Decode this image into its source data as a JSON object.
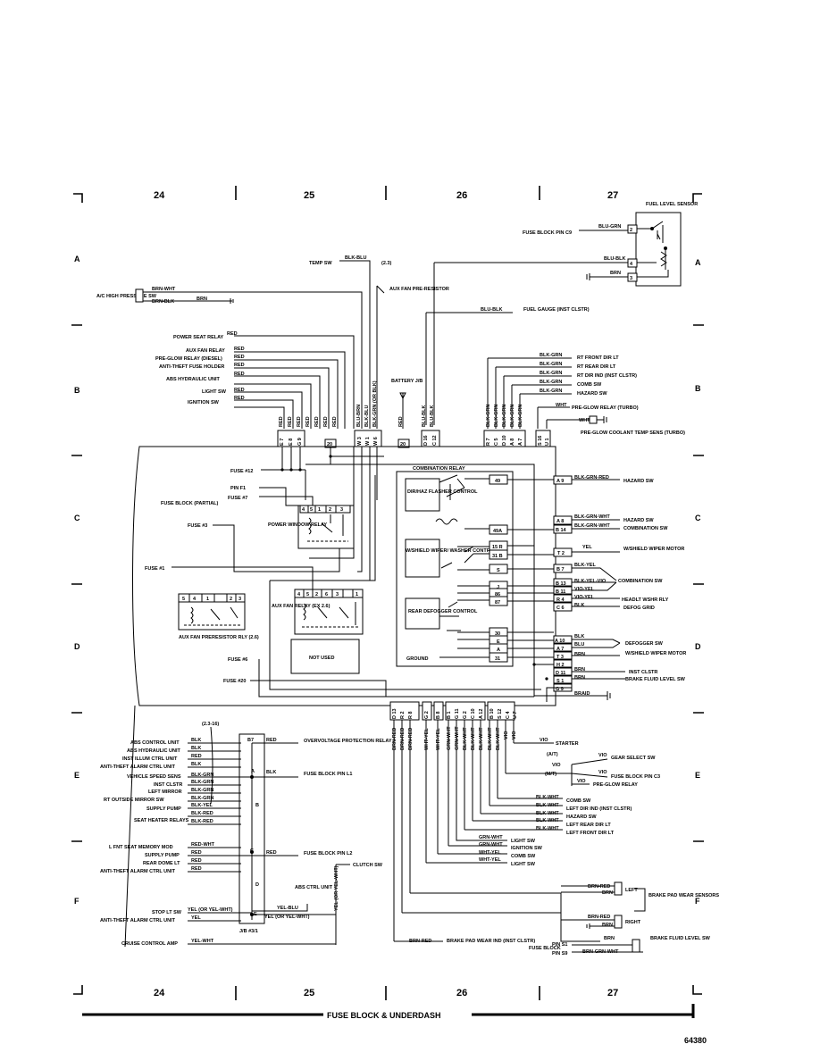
{
  "grid": {
    "columns": [
      "24",
      "25",
      "26",
      "27"
    ],
    "rows": [
      "A",
      "B",
      "C",
      "D",
      "E",
      "F"
    ]
  },
  "footer": {
    "title": "FUSE BLOCK & UNDERDASH",
    "figure_number": "64380"
  },
  "sensors": {
    "fuel_level": "FUEL LEVEL SENSOR",
    "fuse_pin_c9": "FUSE BLOCK PIN C9",
    "wires": [
      "BLU-GRN",
      "BLU-BLK",
      "BRN"
    ],
    "pins": [
      "2",
      "4",
      "3"
    ]
  },
  "top_left": {
    "temp_sw": "TEMP SW",
    "temp_wire": "BLK-BLU",
    "temp_ref": "(2.3)",
    "ac_high": "A/C HIGH PRESSURE SW",
    "ac_wires": [
      "BRN-WHT",
      "BRN-BLK",
      "BRN"
    ],
    "aux_fan_resistor": "AUX FAN PRE-RESISTOR",
    "fuel_gauge": "FUEL GAUGE (INST CLSTR)",
    "fuel_wire": "BLU-BLK"
  },
  "left_inputs": [
    {
      "label": "POWER SEAT RELAY",
      "wire": "RED"
    },
    {
      "label": "AUX FAN RELAY",
      "wire": "RED"
    },
    {
      "label": "PRE-GLOW RELAY (DIESEL)",
      "wire": "RED"
    },
    {
      "label": "ANTI-THEFT FUSE HOLDER",
      "wire": "RED"
    },
    {
      "label": "ABS HYDRAULIC UNIT",
      "wire": "RED"
    },
    {
      "label": "LIGHT SW",
      "wire": "RED"
    },
    {
      "label": "IGNITION SW",
      "wire": "RED"
    }
  ],
  "battery": "BATTERY J/B",
  "top_right_outputs": [
    {
      "label": "RT FRONT DIR LT",
      "wire": "BLK-GRN"
    },
    {
      "label": "RT REAR DIR LT",
      "wire": "BLK-GRN"
    },
    {
      "label": "RT DIR IND (INST CLSTR)",
      "wire": "BLK-GRN"
    },
    {
      "label": "COMB SW",
      "wire": "BLK-GRN"
    },
    {
      "label": "HAZARD SW",
      "wire": "BLK-GRN"
    }
  ],
  "preglow": {
    "relay": "PRE-GLOW RELAY (TURBO)",
    "sensor": "PRE-GLOW COOLANT TEMP SENS (TURBO)",
    "wires": [
      "WHT",
      "WHT"
    ]
  },
  "top_connector_pins": [
    "E 7",
    "E 8",
    "G 9",
    "20",
    "W 3",
    "W 1",
    "W 6",
    "20",
    "D 16",
    "C 12",
    "R 7",
    "C 5",
    "D 10",
    "A 8",
    "A 7",
    "S 16",
    "U 1"
  ],
  "top_vertical_wires": [
    "RED",
    "RED",
    "RED",
    "RED",
    "RED",
    "RED",
    "RED",
    "BLU-BRN",
    "BLK-BLU",
    "BLK-GRN (OR BLK)",
    "RED",
    "BLU-BLK",
    "BLU-BLK",
    "BLK-GRN",
    "BLK-GRN",
    "BLK-GRN",
    "BLK-GRN",
    "BLK-GRN"
  ],
  "fuse_block": {
    "label": "FUSE BLOCK (PARTIAL)",
    "fuse12": "FUSE #12",
    "pin_f1": "PIN F1",
    "fuse7": "FUSE #7",
    "fuse3": "FUSE #3",
    "fuse1": "FUSE #1",
    "fuse6": "FUSE #6",
    "fuse20": "FUSE #20",
    "power_window_relay": "POWER WINDOW RELAY",
    "aux_fan_relay": "AUX FAN RELAY (EX 2.6)",
    "aux_fan_preresistor": "AUX FAN PRERESISTOR RLY (2.6)",
    "not_used": "NOT USED",
    "pwr_pins": [
      "4",
      "5",
      "1",
      "2",
      "3"
    ],
    "aux_pins": [
      "4",
      "5",
      "2",
      "6",
      "3",
      "1"
    ],
    "pre_pins": [
      "5",
      "4",
      "1",
      "2",
      "3"
    ]
  },
  "combination_relay": {
    "title": "COMBINATION RELAY",
    "dir": "DIR/HAZ FLASHER CONTROL",
    "wiper": "W/SHIELD WIPER/ WASHER CONTROL",
    "defog": "REAR DEFOGGER CONTROL",
    "ground": "GROUND",
    "terminals": [
      "49",
      "49A",
      "15 R",
      "31 B",
      "S",
      "J",
      "86",
      "87",
      "30",
      "E",
      "A",
      "31"
    ]
  },
  "right_outputs": [
    {
      "pin": "A 9",
      "wire": "BLK-GRN-RED",
      "label": "HAZARD SW"
    },
    {
      "pin": "A 8",
      "wire": "BLK-GRN-WHT",
      "label": "HAZARD SW"
    },
    {
      "pin": "B 14",
      "wire": "BLK-GRN-WHT",
      "label": "COMBINATION SW"
    },
    {
      "pin": "T 2",
      "wire": "YEL",
      "label": "W/SHIELD WIPER MOTOR"
    },
    {
      "pin": "B 7",
      "wire": "BLK-YEL",
      "label": ""
    },
    {
      "pin": "B 13",
      "wire": "BLK-YEL-VIO",
      "label": "COMBINATION SW"
    },
    {
      "pin": "B 11",
      "wire": "VIO-YEL",
      "label": ""
    },
    {
      "pin": "R 4",
      "wire": "VIO-YEL",
      "label": "HEADLT WSHR RLY"
    },
    {
      "pin": "C 6",
      "wire": "BLK",
      "label": "DEFOG GRID"
    },
    {
      "pin": "A 10",
      "wire": "BLK",
      "label": ""
    },
    {
      "pin": "A 7",
      "wire": "BLU",
      "label": "DEFOGGER SW"
    },
    {
      "pin": "T 3",
      "wire": "BRN",
      "label": "W/SHIELD WIPER MOTOR"
    },
    {
      "pin": "H 2",
      "wire": "",
      "label": ""
    },
    {
      "pin": "D 11",
      "wire": "BRN",
      "label": "INST CLSTR"
    },
    {
      "pin": "S 1",
      "wire": "BRN",
      "label": "BRAKE FLUID LEVEL SW"
    },
    {
      "pin": "G 9",
      "wire": "BRAID",
      "label": ""
    }
  ],
  "bottom_connector_pins": [
    "D 13",
    "R 2",
    "R 8",
    "G 2",
    "B 8",
    "B 1",
    "G 11",
    "G 2",
    "C 10",
    "A 12",
    "B 10",
    "S 12",
    "C 4",
    "U 7"
  ],
  "bottom_vertical_wires": [
    "BRN-RED",
    "BRN-RED",
    "BRN-RED",
    "WHT-YEL",
    "WHT-YEL",
    "GRN-WHT",
    "GRN-WHT",
    "BLK-WHT",
    "BLK-WHT",
    "BLK-WHT",
    "BLK-WHT",
    "BLK-WHT",
    "VIO",
    "VIO"
  ],
  "lower_left": {
    "jb_label": "J/B #3/1",
    "ref": "(2.3-16)",
    "overvoltage": "OVERVOLTAGE PROTECTION RELAY",
    "fuse_l1": "FUSE BLOCK PIN L1",
    "fuse_l2": "FUSE BLOCK PIN L2",
    "clutch": "CLUTCH SW",
    "abs_ctrl": "ABS CTRL UNIT",
    "splice_labels": [
      "B7",
      "A",
      "B",
      "C",
      "D",
      "E"
    ],
    "items": [
      {
        "label": "ABS CONTROL UNIT",
        "wire": "BLK"
      },
      {
        "label": "ABS HYDRAULIC UNIT",
        "wire": "BLK"
      },
      {
        "label": "INST ILLUM CTRL UNIT",
        "wire": "RED"
      },
      {
        "label": "ANTI-THEFT ALARM CTRL UNIT",
        "wire": "BLK"
      },
      {
        "label": "VEHICLE SPEED SENS",
        "wire": "BLK-GRN"
      },
      {
        "label": "INST CLSTR",
        "wire": "BLK-GRN"
      },
      {
        "label": "LEFT MIRROR",
        "wire": "BLK-GRN"
      },
      {
        "label": "RT OUTSIDE MIRROR SW",
        "wire": "BLK-GRN"
      },
      {
        "label": "SUPPLY PUMP",
        "wire": "BLK-YEL"
      },
      {
        "label": "SEAT HEATER RELAYS",
        "wire": "BLK-RED"
      },
      {
        "label": "",
        "wire": "BLK-RED"
      },
      {
        "label": "L FNT SEAT MEMORY MOD",
        "wire": "RED-WHT"
      },
      {
        "label": "SUPPLY PUMP",
        "wire": "RED"
      },
      {
        "label": "REAR DOME LT",
        "wire": "RED"
      },
      {
        "label": "ANTI-THEFT ALARM CTRL UNIT",
        "wire": "RED"
      },
      {
        "label": "STOP LT SW",
        "wire": "YEL (OR YEL-WHT)"
      },
      {
        "label": "ANTI-THEFT ALARM CTRL UNIT",
        "wire": "YEL"
      },
      {
        "label": "CRUISE CONTROL AMP",
        "wire": "YEL-WHT"
      }
    ],
    "out_wires": [
      "RED",
      "BLK",
      "RED",
      "YEL-BLU",
      "YEL (OR YEL-WHT)",
      "YEL (OR YEL-WHT)"
    ]
  },
  "lower_right": [
    {
      "label": "STARTER",
      "wire": "VIO"
    },
    {
      "label": "GEAR SELECT SW",
      "wire": "VIO",
      "tag": "(A/T)"
    },
    {
      "label": "FUSE BLOCK PIN C3",
      "wire": "VIO",
      "tag": "(M/T)"
    },
    {
      "label": "PRE-GLOW RELAY",
      "wire": "VIO"
    },
    {
      "label": "COMB SW",
      "wire": "BLK-WHT"
    },
    {
      "label": "LEFT DIR IND (INST CLSTR)",
      "wire": "BLK-WHT"
    },
    {
      "label": "HAZARD SW",
      "wire": "BLK-WHT"
    },
    {
      "label": "LEFT REAR DIR LT",
      "wire": "BLK-WHT"
    },
    {
      "label": "LEFT FRONT DIR LT",
      "wire": "BLK-WHT"
    },
    {
      "label": "LIGHT SW",
      "wire": "GRN-WHT"
    },
    {
      "label": "IGNITION SW",
      "wire": "GRN-WHT"
    },
    {
      "label": "COMB SW",
      "wire": "WHT-YEL"
    },
    {
      "label": "LIGHT SW",
      "wire": "WHT-YEL"
    }
  ],
  "brake": {
    "pad": "BRAKE PAD WEAR SENSORS",
    "left": "LEFT",
    "right": "RIGHT",
    "wires": [
      "BRN-RED",
      "BRN",
      "BRN-RED",
      "BRN"
    ],
    "pad_ind": "BRAKE PAD WEAR IND (INST CLSTR)",
    "pad_ind_wire": "BRN-RED",
    "fluid": "BRAKE FLUID LEVEL SW",
    "fuse_block": "FUSE BLOCK",
    "pin_s1": "PIN S1",
    "pin_s9": "PIN S9",
    "fluid_wires": [
      "BRN",
      "BRN-GRN-WHT"
    ]
  }
}
